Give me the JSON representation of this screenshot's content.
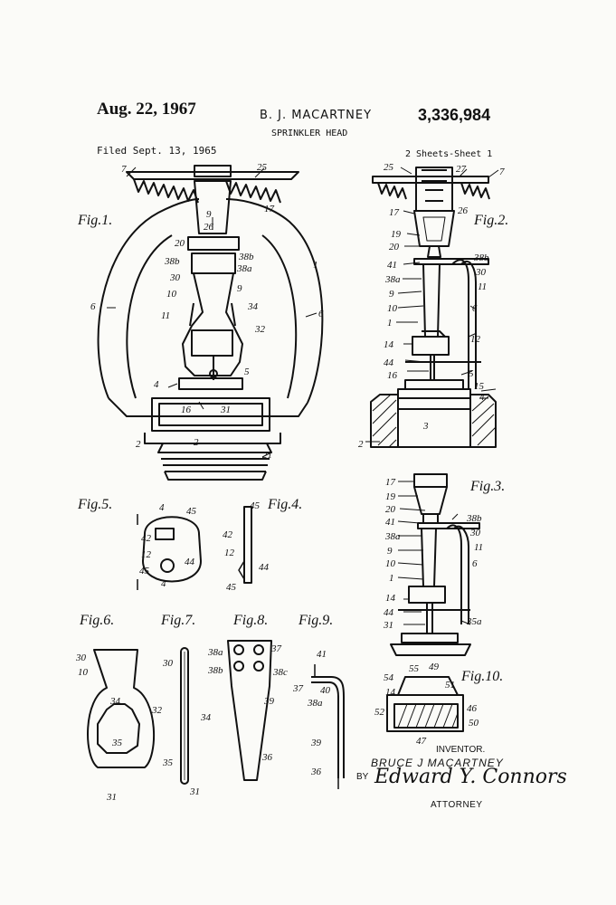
{
  "header": {
    "date": "Aug. 22, 1967",
    "inventor_name": "B. J. MACARTNEY",
    "patent_number": "3,336,984",
    "subject": "SPRINKLER HEAD",
    "filed": "Filed Sept. 13, 1965",
    "sheets": "2 Sheets-Sheet 1"
  },
  "figures": [
    "Fig.1.",
    "Fig.2.",
    "Fig.3.",
    "Fig.4.",
    "Fig.5.",
    "Fig.6.",
    "Fig.7.",
    "Fig.8.",
    "Fig.9.",
    "Fig.10."
  ],
  "footer": {
    "inventor_label": "INVENTOR.",
    "inventor_signature": "BRUCE J MACARTNEY",
    "by": "BY",
    "attorney_signature": "Edward Y. Connors",
    "attorney_label": "ATTORNEY"
  }
}
